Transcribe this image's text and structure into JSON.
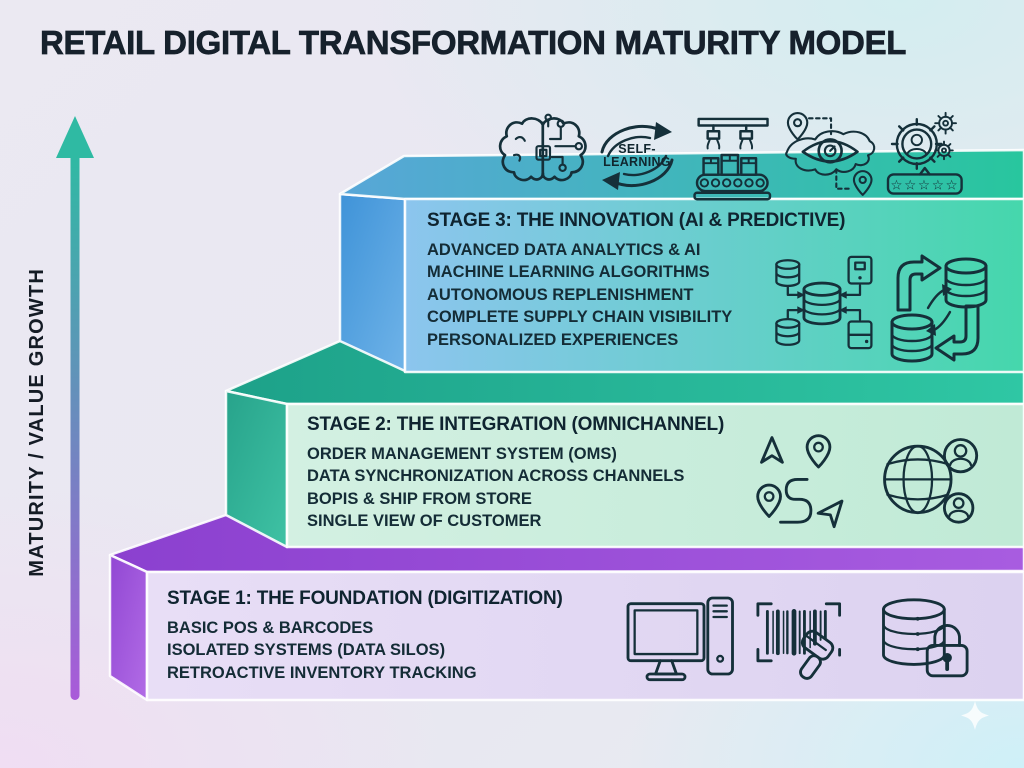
{
  "title": "RETAIL DIGITAL TRANSFORMATION MATURITY MODEL",
  "y_axis": {
    "label": "MATURITY / VALUE GROWTH"
  },
  "arrow": {
    "top": "#2fbaa3",
    "bottom": "#a95ad9"
  },
  "hero_icons": {
    "names": [
      "ai-brain-circuit-icon",
      "self-learning-cycle-icon",
      "automation-conveyor-icon",
      "global-visibility-eye-icon",
      "personalization-gears-icon"
    ],
    "self_learning": {
      "line1": "SELF-",
      "line2": "LEARNING"
    },
    "rating_stars": "☆☆☆☆☆"
  },
  "stages": [
    {
      "id": "stage-3",
      "heading": "STAGE 3: THE INNOVATION (AI & PREDICTIVE)",
      "items": [
        "ADVANCED DATA ANALYTICS & AI",
        "MACHINE LEARNING ALGORITHMS",
        "AUTONOMOUS REPLENISHMENT",
        "COMPLETE SUPPLY CHAIN VISIBILITY",
        "PERSONALIZED EXPERIENCES"
      ],
      "icons": [
        "data-flow-icon",
        "database-sync-icon"
      ],
      "colors": {
        "front_left": "#8cc5ee",
        "front_right": "#45d7ac",
        "top_left": "#58a6d8",
        "top_right": "#28c69e",
        "side_top": "#3f93d8",
        "side_bottom": "#6fb3e8"
      }
    },
    {
      "id": "stage-2",
      "heading": "STAGE 2: THE INTEGRATION (OMNICHANNEL)",
      "items": [
        "ORDER MANAGEMENT SYSTEM (OMS)",
        "DATA SYNCHRONIZATION ACROSS CHANNELS",
        "BOPIS & SHIP FROM STORE",
        "SINGLE VIEW OF CUSTOMER"
      ],
      "icons": [
        "route-pins-icon",
        "globe-customers-icon"
      ],
      "colors": {
        "front_left": "#d3f0e2",
        "front_right": "#c0ead6",
        "top_left": "#1da189",
        "top_right": "#2fc7a4",
        "side_top": "#27a38b",
        "side_bottom": "#3fc2a4"
      }
    },
    {
      "id": "stage-1",
      "heading": "STAGE 1: THE FOUNDATION (DIGITIZATION)",
      "items": [
        "BASIC POS & BARCODES",
        "ISOLATED SYSTEMS (DATA SILOS)",
        "RETROACTIVE INVENTORY TRACKING"
      ],
      "icons": [
        "desktop-pos-icon",
        "barcode-scanner-icon",
        "database-lock-icon"
      ],
      "colors": {
        "front_left": "#e8def6",
        "front_right": "#dcd2f0",
        "top_left": "#8b40cf",
        "top_right": "#a85ce0",
        "side_top": "#9147d3",
        "side_bottom": "#b26ce6"
      }
    }
  ]
}
